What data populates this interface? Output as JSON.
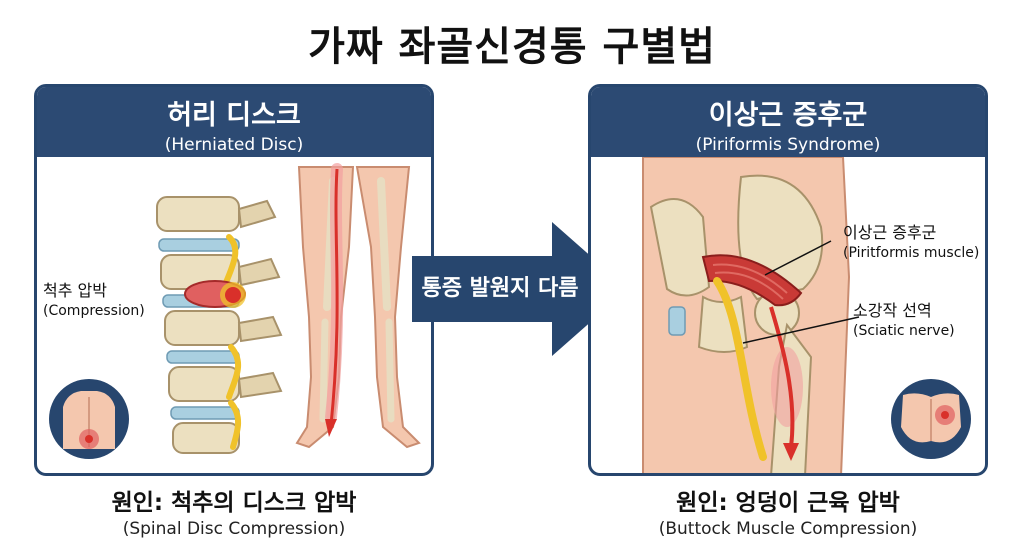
{
  "title": "가짜 좌골신경통 구별법",
  "left_panel": {
    "title": "허리 디스크",
    "subtitle": "(Herniated Disc)",
    "label": {
      "text": "척추 압박",
      "sub": "(Compression)"
    },
    "caption": {
      "text": "원인: 척추의 디스크 압박",
      "sub": "(Spinal Disc Compression)"
    }
  },
  "arrow": {
    "text": "통증 발원지 다름"
  },
  "right_panel": {
    "title": "이상근 증후군",
    "subtitle": "(Piriformis Syndrome)",
    "label_muscle": {
      "text": "이상근 증후군",
      "sub": "(Piritformis muscle)"
    },
    "label_nerve": {
      "text": "소강작 선역",
      "sub": "(Sciatic nerve)"
    },
    "caption": {
      "text": "원인: 엉덩이 근육 압박",
      "sub": "(Buttock Muscle Compression)"
    }
  },
  "colors": {
    "header": "#2c4a73",
    "border": "#27466e",
    "pain": "#d9302a",
    "nerve": "#f0c22a",
    "skin": "#f4c7ae",
    "bone": "#ece0c0"
  }
}
